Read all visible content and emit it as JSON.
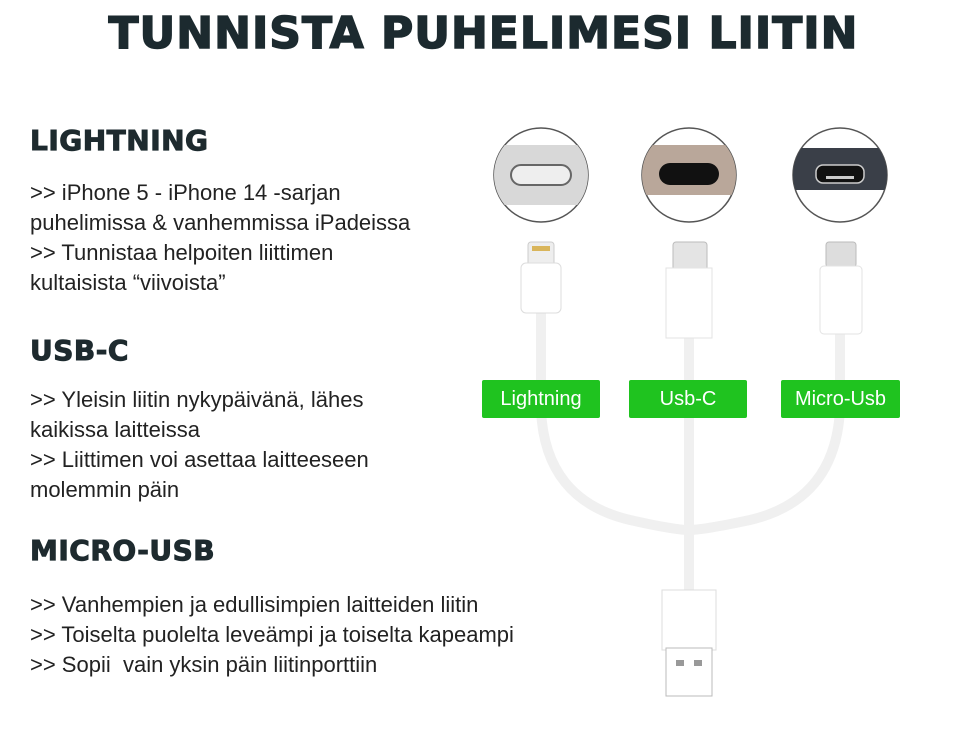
{
  "title": "TUNNISTA PUHELIMESI LIITIN",
  "sections": [
    {
      "heading": "LIGHTNING",
      "lines": [
        ">> iPhone 5 - iPhone 14 -sarjan",
        "puhelimissa & vanhemmissa iPadeissa",
        ">> Tunnistaa helpoiten liittimen",
        "kultaisista “viivoista”"
      ]
    },
    {
      "heading": "USB-C",
      "lines": [
        ">> Yleisin liitin nykypäivänä, lähes",
        "kaikissa laitteissa",
        ">> Liittimen voi asettaa laitteeseen",
        "molemmin päin"
      ]
    },
    {
      "heading": "MICRO-USB",
      "lines": [
        ">> Vanhempien ja edullisimpien laitteiden liitin",
        ">> Toiselta puolelta leveämpi ja toiselta kapeampi",
        ">> Sopii  vain yksin päin liitinporttiin"
      ]
    }
  ],
  "labels": [
    "Lightning",
    "Usb-C",
    "Micro-Usb"
  ],
  "colors": {
    "label_green": "#1fc31f",
    "text": "#1c2a2f"
  }
}
